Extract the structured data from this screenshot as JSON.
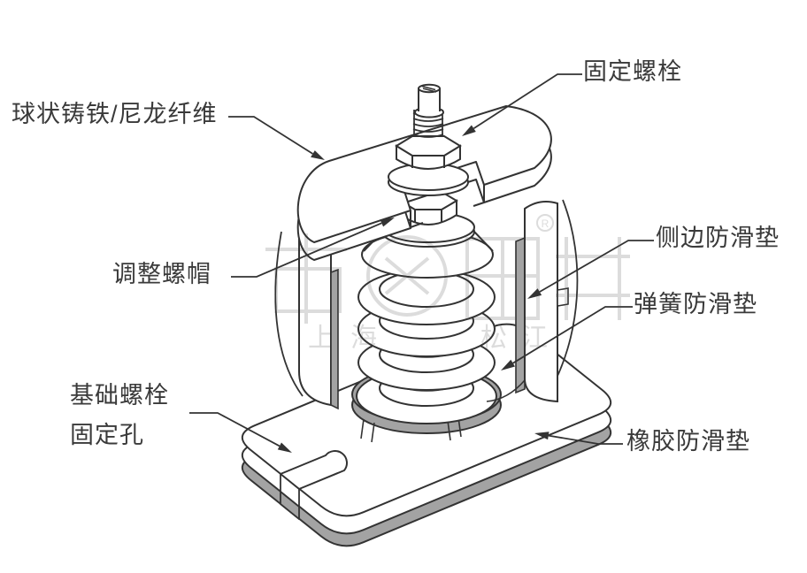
{
  "diagram": {
    "subject": "spring vibration isolator cutaway illustration",
    "labels": {
      "material": "球状铸铁/尼龙纤维",
      "fixing_bolt": "固定螺栓",
      "adjusting_nut": "调整螺帽",
      "side_pad": "侧边防滑垫",
      "spring_pad": "弹簧防滑垫",
      "foundation_line1": "基础螺栓",
      "foundation_line2": "固定孔",
      "rubber_pad": "橡胶防滑垫"
    },
    "watermark": {
      "left": "上海",
      "right": "松江",
      "registered": "R"
    },
    "colors": {
      "line": "#333333",
      "pad_gray": "#a3a3a3",
      "label_text": "#3a3a3a",
      "watermark": "#d9d9d9",
      "background": "#ffffff"
    }
  }
}
